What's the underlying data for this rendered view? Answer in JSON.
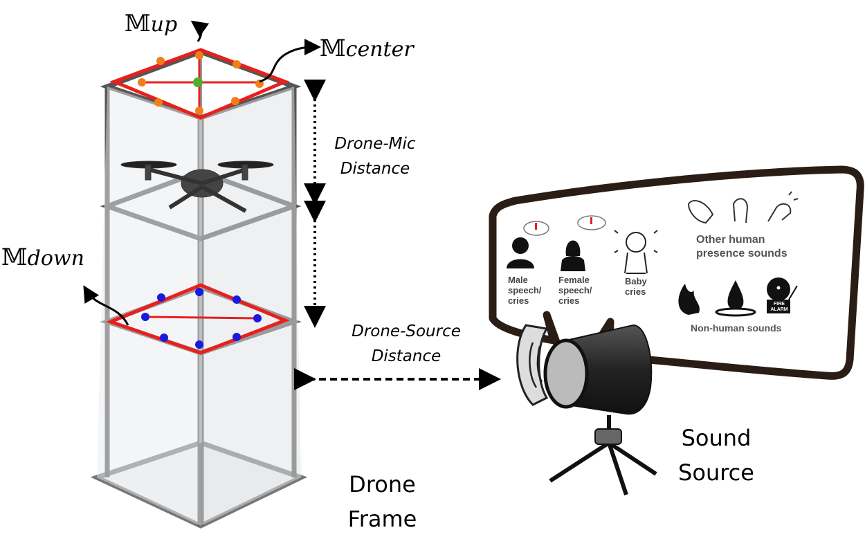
{
  "labels": {
    "m_up": {
      "base": "𝕄",
      "sub": "up"
    },
    "m_center": {
      "base": "𝕄",
      "sub": "center"
    },
    "m_down": {
      "base": "𝕄",
      "sub": "down"
    },
    "drone_mic_distance": [
      "Drone-Mic",
      "Distance"
    ],
    "drone_source_distance": [
      "Drone-Source",
      "Distance"
    ],
    "drone_frame": [
      "Drone",
      "Frame"
    ],
    "sound_source": [
      "Sound",
      "Source"
    ]
  },
  "sound_classes": {
    "male": [
      "Male",
      "speech/",
      "cries"
    ],
    "female": [
      "Female",
      "speech/",
      "cries"
    ],
    "baby": [
      "Baby",
      "cries"
    ],
    "other_human": [
      "Other human",
      "presence sounds"
    ],
    "non_human": "Non-human sounds",
    "fire_alarm_text": "FIRE ALARM"
  },
  "colors": {
    "frame_mic_ring": "#e8201c",
    "mic_up": "#f07f1a",
    "mic_center": "#4caf2f",
    "mic_down": "#1a1adf"
  },
  "icons": [
    "male-speaker-icon",
    "female-speaker-icon",
    "baby-crying-icon",
    "clapping-icon",
    "finger-snap-icon",
    "knocking-icon",
    "fire-icon",
    "water-drop-icon",
    "fire-alarm-bell-icon",
    "speaker-icon",
    "drone-icon"
  ]
}
